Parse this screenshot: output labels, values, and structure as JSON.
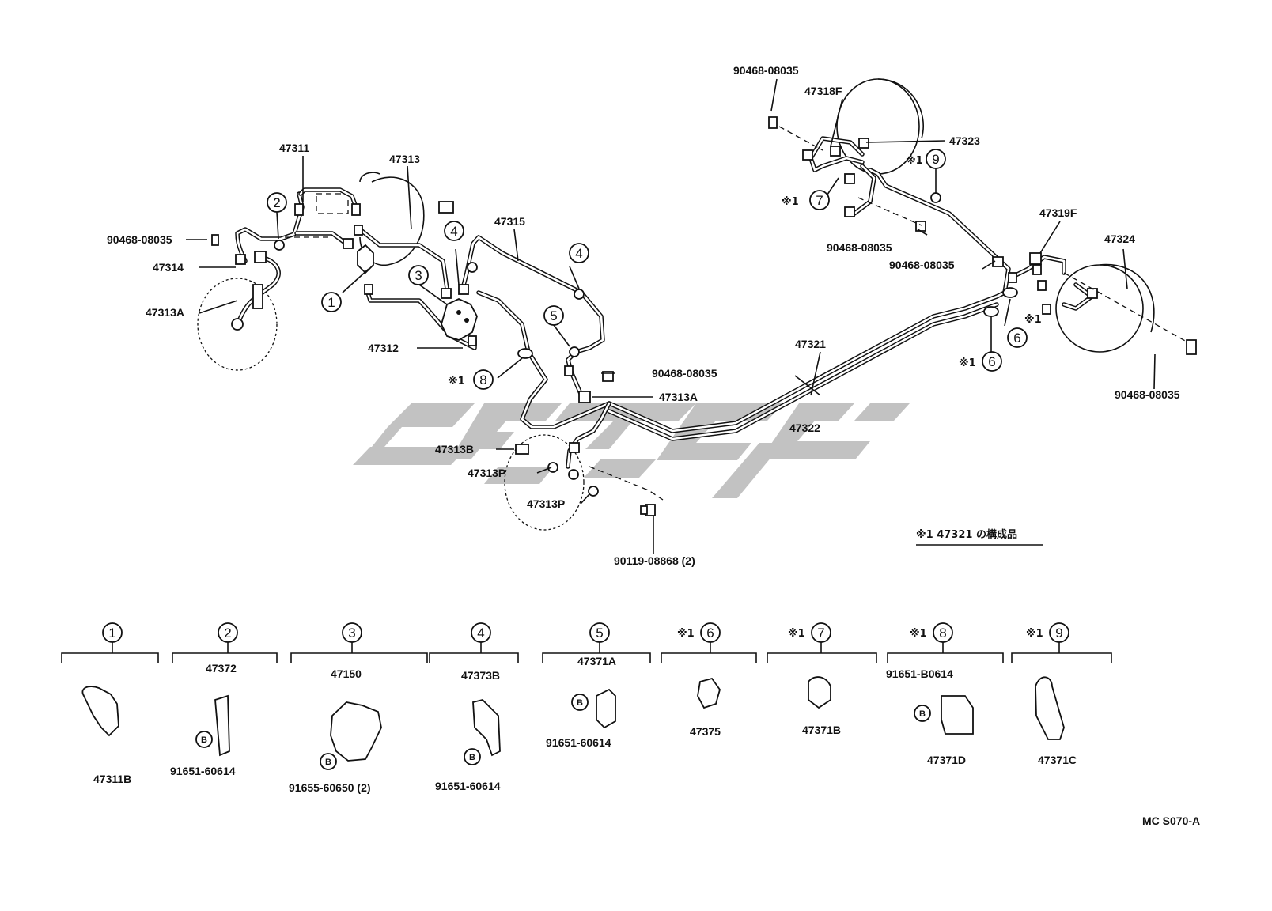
{
  "labels": {
    "p47311": "47311",
    "p47313": "47313",
    "p47315": "47315",
    "p90468_a": "90468-08035",
    "p47314": "47314",
    "p47313A_left": "47313A",
    "p47312": "47312",
    "p90468_b": "90468-08035",
    "p47313A_center": "47313A",
    "p47313B": "47313B",
    "p47313P_a": "47313P",
    "p47313P_b": "47313P",
    "p90119": "90119-08868 (2)",
    "p47321": "47321",
    "p47322": "47322",
    "p90468_c": "90468-08035",
    "p47318F": "47318F",
    "p47323": "47323",
    "p90468_d": "90468-08035",
    "p90468_e": "90468-08035",
    "p47319F": "47319F",
    "p47324": "47324",
    "p90468_f": "90468-08035",
    "star1_7": "※1",
    "star1_9": "※1",
    "star1_8": "※1",
    "star1_6a": "※1",
    "star1_6b": "※1"
  },
  "callouts": {
    "c1": "1",
    "c2": "2",
    "c3": "3",
    "c4a": "4",
    "c4b": "4",
    "c5": "5",
    "c6a": "6",
    "c6b": "6",
    "c7": "7",
    "c8": "8",
    "c9": "9"
  },
  "footnote": "※1 47321 の構成品",
  "legend": [
    {
      "num": "1",
      "star": "",
      "parts": [
        "47311B"
      ]
    },
    {
      "num": "2",
      "star": "",
      "parts": [
        "47372",
        "91651-60614"
      ]
    },
    {
      "num": "3",
      "star": "",
      "parts": [
        "47150",
        "91655-60650 (2)"
      ]
    },
    {
      "num": "4",
      "star": "",
      "parts": [
        "47373B",
        "91651-60614"
      ]
    },
    {
      "num": "5",
      "star": "",
      "parts": [
        "47371A",
        "91651-60614"
      ]
    },
    {
      "num": "6",
      "star": "※1",
      "parts": [
        "47375"
      ]
    },
    {
      "num": "7",
      "star": "※1",
      "parts": [
        "47371B"
      ]
    },
    {
      "num": "8",
      "star": "※1",
      "parts": [
        "91651-B0614",
        "47371D"
      ]
    },
    {
      "num": "9",
      "star": "※1",
      "parts": [
        "47371C"
      ]
    }
  ],
  "bolt_mark": "B",
  "code": "MC S070-A"
}
